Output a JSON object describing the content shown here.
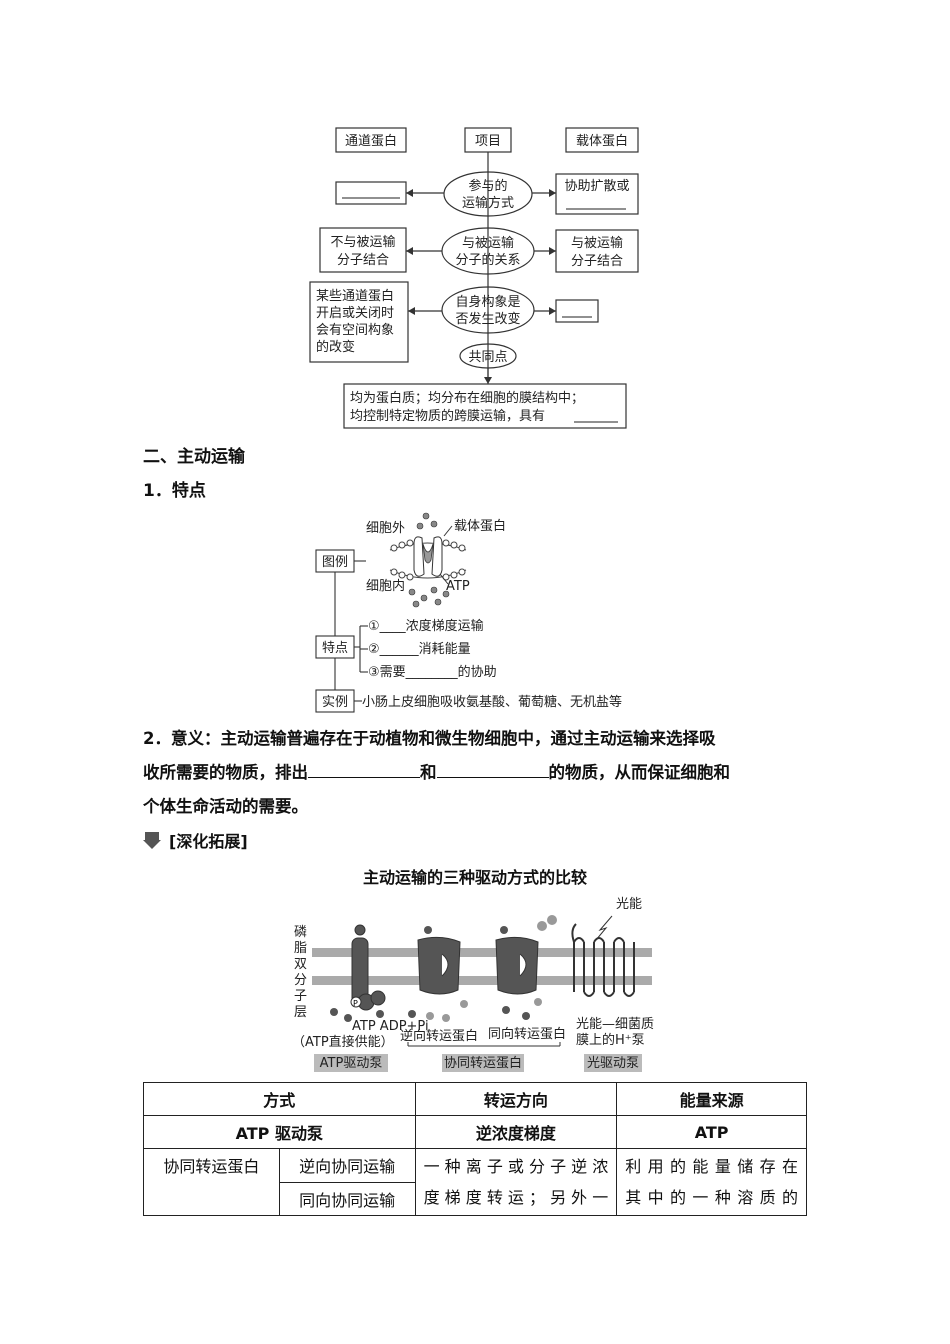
{
  "compare_diagram": {
    "top_left": "通道蛋白",
    "top_center": "项目",
    "top_right": "载体蛋白",
    "row1_center": [
      "参与的",
      "运输方式"
    ],
    "row1_right": "协助扩散或",
    "row2_center": [
      "与被运输",
      "分子的关系"
    ],
    "row2_left": [
      "不与被运输",
      "分子结合"
    ],
    "row2_right": [
      "与被运输",
      "分子结合"
    ],
    "row3_center": [
      "自身构象是",
      "否发生改变"
    ],
    "row3_left": [
      "某些通道蛋白",
      "开启或关闭时",
      "会有空间构象",
      "的改变"
    ],
    "common_label": "共同点",
    "common_text": [
      "均为蛋白质；均分布在细胞的膜结构中；",
      "均控制特定物质的跨膜运输，具有"
    ]
  },
  "section2": {
    "heading": "二、主动运输",
    "sub1": "1．特点",
    "feature_diagram": {
      "legend_label": "图例",
      "outside_label": "细胞外",
      "carrier_label": "载体蛋白",
      "inside_label": "细胞内",
      "atp_label": "ATP",
      "feature_label": "特点",
      "items": [
        "①____浓度梯度运输",
        "②______消耗能量",
        "③需要________的协助"
      ],
      "example_label": "实例",
      "example_text": "小肠上皮细胞吸收氨基酸、葡萄糖、无机盐等"
    },
    "sub2_prefix": "2．意义：",
    "sub2_text1": "主动运输普遍存在于动植物和微生物细胞中，通过主动运输来选择吸",
    "sub2_text2a": "收所需要的物质，排出",
    "sub2_text2b": "和",
    "sub2_text2c": "的物质，从而保证细胞和",
    "sub2_text3": "个体生命活动的需要。",
    "deepen_label": "[深化拓展]"
  },
  "drive_figure": {
    "title": "主动运输的三种驱动方式的比较",
    "light_label": "光能",
    "membrane_label": [
      "磷",
      "脂",
      "双",
      "分",
      "子",
      "层"
    ],
    "p_label": "P",
    "atp_adp": "ATP ADP+Pi",
    "atp_direct": "（ATP直接供能）",
    "antiport": "逆向转运蛋白",
    "symport": "同向转运蛋白",
    "bacteria": [
      "光能—细菌质",
      "膜上的H⁺泵"
    ],
    "tag1": "ATP驱动泵",
    "tag2": "协同转运蛋白",
    "tag3": "光驱动泵"
  },
  "table": {
    "headers": [
      "方式",
      "转运方向",
      "能量来源"
    ],
    "row1": [
      "ATP 驱动泵",
      "逆浓度梯度",
      "ATP"
    ],
    "row2_group": "协同转运蛋白",
    "row2_sub": [
      "逆向协同运输",
      "同向协同运输"
    ],
    "row2_direction": [
      "一种离子或分子逆浓",
      "度梯度转运；另外一"
    ],
    "row2_energy": [
      "利用的能量储存在",
      "其中的一种溶质的"
    ]
  }
}
